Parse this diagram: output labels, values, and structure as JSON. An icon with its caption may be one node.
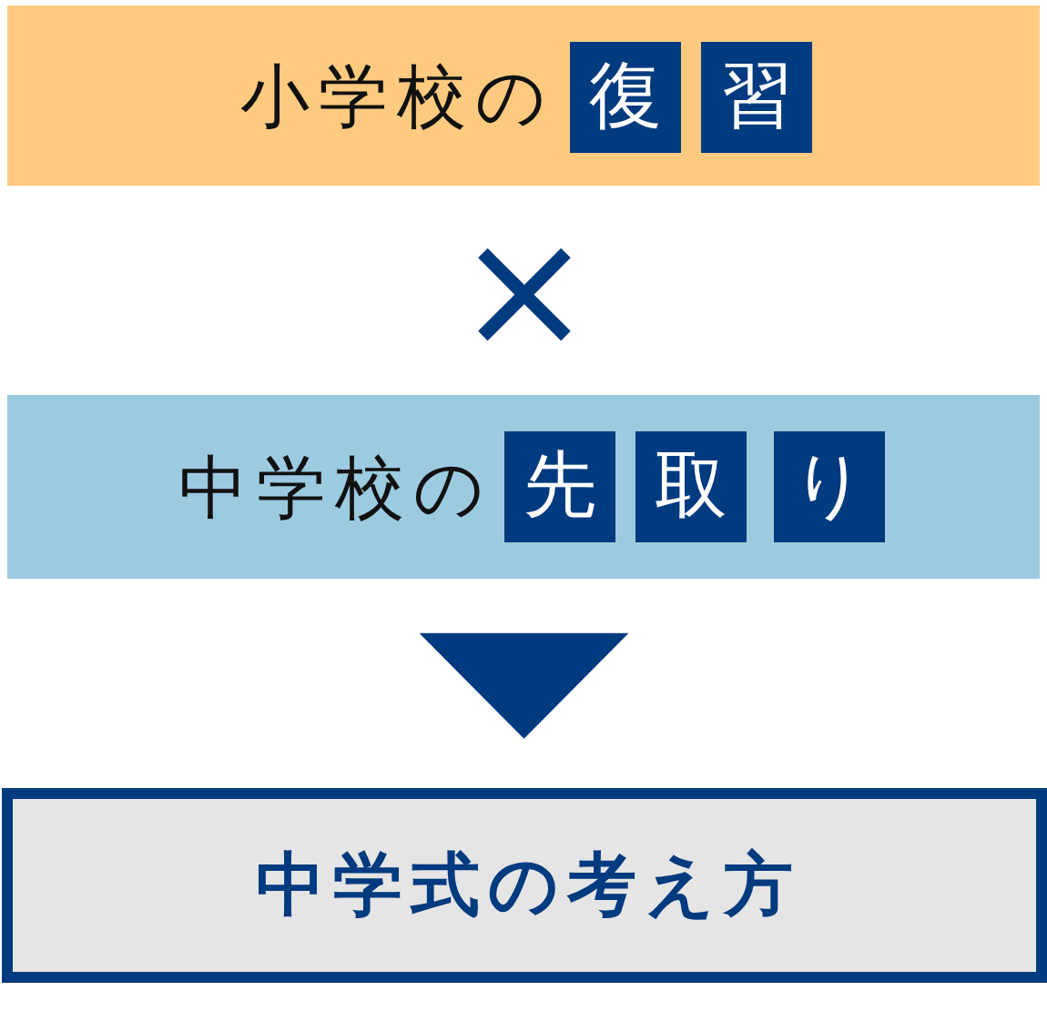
{
  "diagram": {
    "nodes": [
      {
        "text": [
          "小学校の"
        ]
      },
      {
        "text": [
          "復"
        ],
        "in": 0
      },
      {
        "text": [
          "習"
        ],
        "in": 0
      },
      {
        "text": [
          "中学校の"
        ]
      },
      {
        "text": [
          "先"
        ],
        "in": 3
      },
      {
        "text": [
          "取"
        ],
        "in": 3
      },
      {
        "text": [
          "り"
        ],
        "in": 3
      },
      {
        "text": [
          "中学式の考え方"
        ]
      }
    ],
    "edges": [
      {
        "from": 3,
        "to": 7,
        "arrow": "to"
      }
    ],
    "labels": [
      "×"
    ]
  }
}
